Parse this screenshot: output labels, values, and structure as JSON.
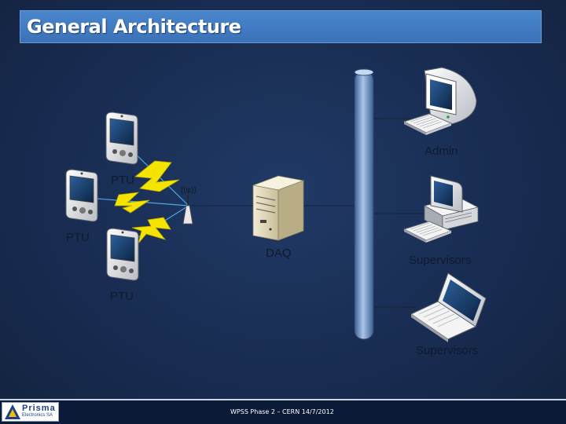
{
  "slide": {
    "title": "General Architecture",
    "footer_text": "WPSS Phase 2 – CERN 14/7/2012"
  },
  "logo": {
    "name": "Prisma",
    "subtitle": "Electronics SA"
  },
  "diagram": {
    "labels": {
      "ptu_top": "PTU",
      "ptu_left": "PTU",
      "ptu_bottom": "PTU",
      "antenna": "((φ))",
      "daq": "DAQ",
      "admin": "Admin",
      "supervisors_desktop": "Supervisors",
      "supervisors_laptop": "Supervisors"
    }
  },
  "colors": {
    "background": "#1b2f55",
    "title_bar": "#3f7ac0",
    "bus": "#7fa2d2",
    "lightning": "#f5e400",
    "wireless_line": "#4aa8e8"
  }
}
